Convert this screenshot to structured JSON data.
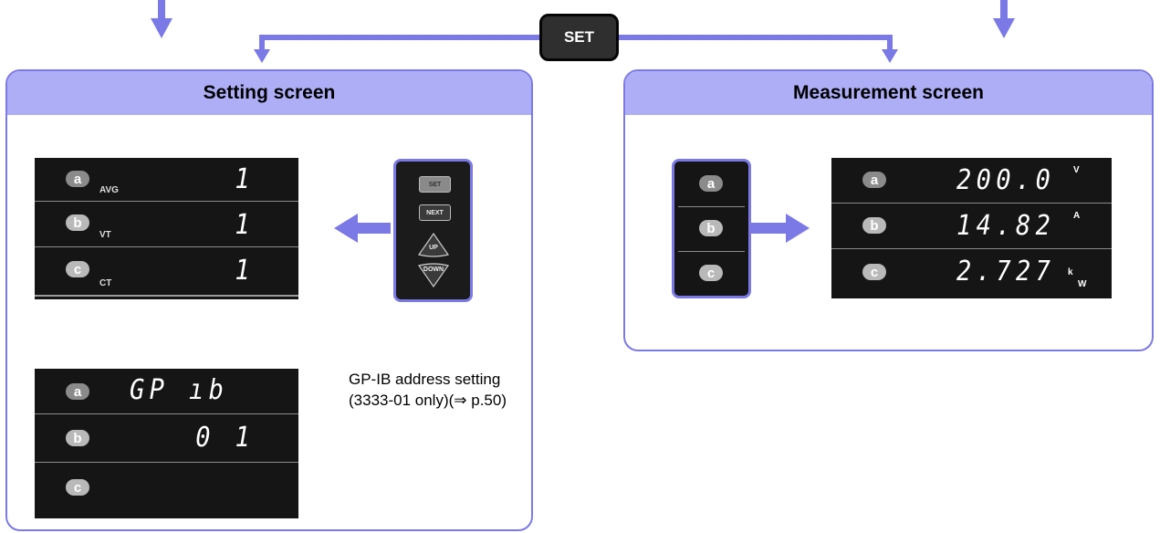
{
  "set_key": {
    "label": "SET"
  },
  "setting_panel": {
    "title": "Setting screen",
    "display_top": {
      "rows": [
        {
          "key": "a",
          "sub": "AVG",
          "value": "1"
        },
        {
          "key": "b",
          "sub": "VT",
          "value": "1"
        },
        {
          "key": "c",
          "sub": "CT",
          "value": "1"
        }
      ]
    },
    "keypad": {
      "set": "SET",
      "next": "NEXT",
      "up": "UP",
      "down": "DOWN"
    },
    "display_bottom": {
      "rows": [
        {
          "key": "a",
          "value": "GP ıb"
        },
        {
          "key": "b",
          "value": "0 1"
        },
        {
          "key": "c",
          "value": ""
        }
      ]
    },
    "note": "GP-IB address setting (3333-01 only)(⇒ p.50)"
  },
  "measurement_panel": {
    "title": "Measurement screen",
    "keys": [
      "a",
      "b",
      "c"
    ],
    "display": {
      "rows": [
        {
          "key": "a",
          "value": "200.0",
          "unit": "V",
          "prefix": ""
        },
        {
          "key": "b",
          "value": "14.82",
          "unit": "A",
          "prefix": ""
        },
        {
          "key": "c",
          "value": "2.727",
          "unit": "W",
          "prefix": "k"
        }
      ]
    }
  },
  "colors": {
    "accent": "#7b79e6",
    "header_fill": "#aeaef7",
    "display_bg": "#151515"
  }
}
